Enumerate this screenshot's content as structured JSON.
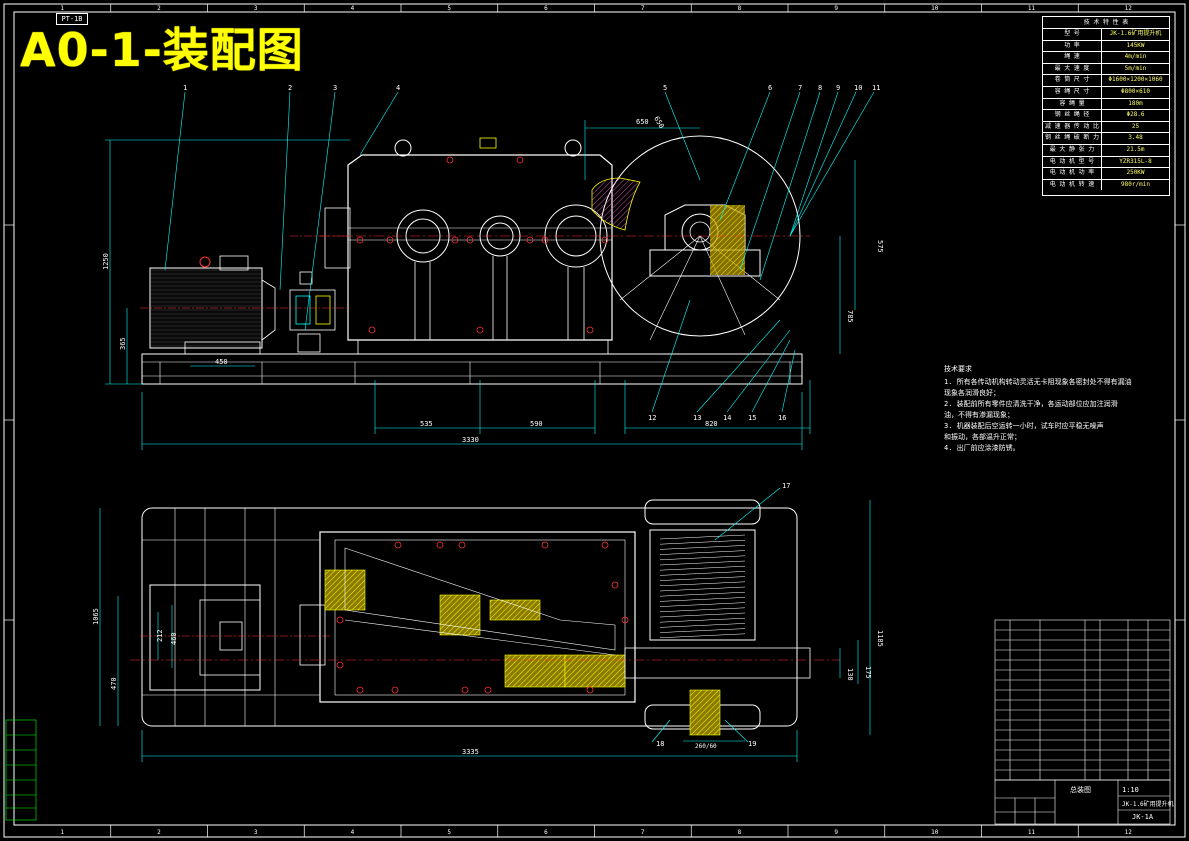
{
  "drawing": {
    "title": "A0-1-装配图",
    "sheet_tag": "PT-1B",
    "grid_columns": [
      "1",
      "2",
      "3",
      "4",
      "5",
      "6",
      "7",
      "8",
      "9",
      "10",
      "11",
      "12"
    ],
    "front_view": {
      "balloons": [
        "1",
        "2",
        "3",
        "4",
        "5",
        "6",
        "7",
        "8",
        "9",
        "10",
        "11"
      ],
      "bottom_balloons": [
        "12",
        "13",
        "14",
        "15",
        "16"
      ],
      "dimensions": {
        "overall_length": "3330",
        "span_a": "535",
        "span_b": "590",
        "span_c": "820",
        "height_left": "1250",
        "height_base": "365",
        "height_right": "575",
        "height_right_low": "785",
        "motor_offset": "450",
        "top_a": "650",
        "top_b": "650"
      }
    },
    "plan_view": {
      "balloons": [
        "17",
        "18",
        "19"
      ],
      "dimensions": {
        "overall_length": "3335",
        "width_left": "1065",
        "width_right": "1185",
        "left_a": "470",
        "left_b": "460",
        "left_c": "212",
        "right_a": "130",
        "right_b": "175",
        "bottom_note": "260/60"
      }
    },
    "specs_table": {
      "header": "技 术 特 性 表",
      "rows": [
        {
          "k": "型 号",
          "v": "JK-1.6矿用提升机"
        },
        {
          "k": "功 率",
          "v": "145KW"
        },
        {
          "k": "绳 速",
          "v": "4m/min"
        },
        {
          "k": "最 大 速 度",
          "v": "5m/min"
        },
        {
          "k": "卷 筒 尺 寸",
          "v": "Φ1600×1200×1060"
        },
        {
          "k": "容 绳 尺 寸",
          "v": "Φ800×610"
        },
        {
          "k": "容 绳 量",
          "v": "180m"
        },
        {
          "k": "钢 丝 绳 径",
          "v": "Φ28.6"
        },
        {
          "k": "减 速 器 传 动 比",
          "v": "25"
        },
        {
          "k": "钢 丝 绳 破 断 力",
          "v": "3.48"
        },
        {
          "k": "最 大 静 张 力",
          "v": "21.5m"
        },
        {
          "k": "电 动 机 型 号",
          "v": "YZR315L-8"
        },
        {
          "k": "电 动 机 功 率",
          "v": "250KW"
        },
        {
          "k": "电 动 机 转 速",
          "v": "980r/min"
        }
      ]
    },
    "tech_requirements": {
      "heading": "技术要求",
      "lines": [
        "1. 所有各传动机构转动灵活无卡阻现象各密封处不得有漏油",
        "   现象各润滑良好；",
        "2. 装配前所有零件应清洗干净，各运动部位应加注润滑",
        "   油，不得有渗漏现象；",
        "3. 机器装配后空运转一小时，试车时应平稳无噪声",
        "   和振动，各部温升正常；",
        "4. 出厂前应涂漆防锈。"
      ]
    },
    "title_block": {
      "main_name": "JK-1.6矿用提升机",
      "subtitle": "总装图",
      "drawing_no": "JK-1A",
      "sheet_info": "1:10"
    }
  }
}
